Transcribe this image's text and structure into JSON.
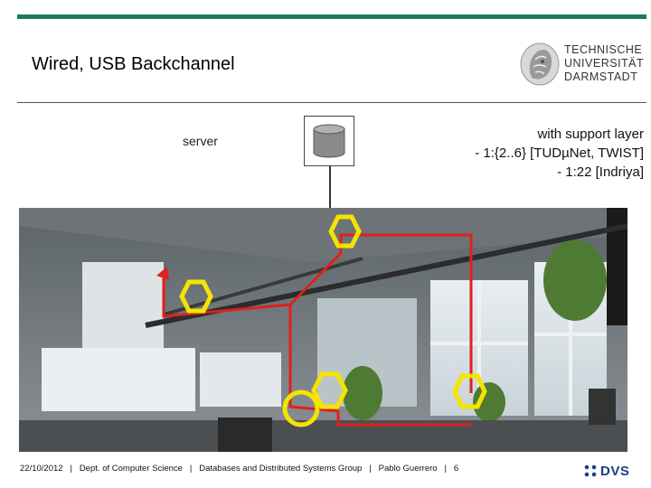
{
  "slide": {
    "title": "Wired, USB Backchannel"
  },
  "logo": {
    "text": "TECHNISCHE\nUNIVERSITÄT\nDARMSTADT"
  },
  "diagram": {
    "server_label": "server",
    "support_lines": [
      "with support layer",
      "- 1:{2..6} [TUDµNet, TWIST]",
      "- 1:22 [Indriya]"
    ]
  },
  "footer": {
    "date": "22/10/2012",
    "sep": "|",
    "dept": "Dept. of Computer Science",
    "group": "Databases and Distributed Systems Group",
    "author": "Pablo Guerrero",
    "page": "6",
    "logo_text": "DVS"
  },
  "colors": {
    "accent_bar": "#1f7a52",
    "hexagon_marker": "#f5e400",
    "cable": "#e0201c",
    "dvs_blue": "#1d3f82"
  }
}
